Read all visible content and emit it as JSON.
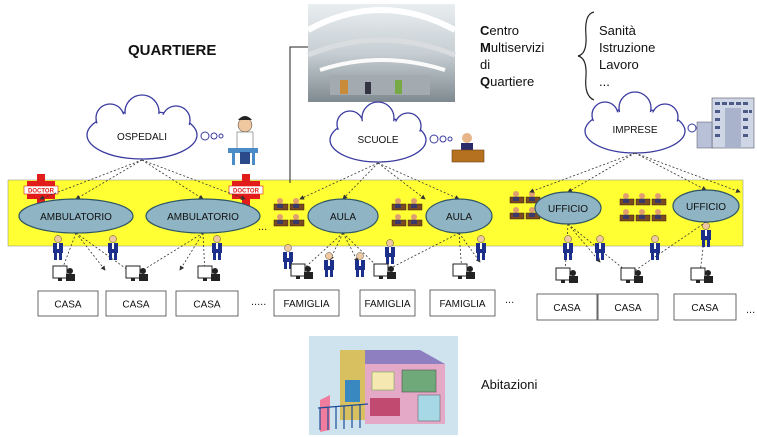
{
  "title": "QUARTIERE",
  "center": {
    "lines": [
      {
        "initial": "C",
        "rest": "entro"
      },
      {
        "initial": "M",
        "rest": "ultiservizi"
      },
      {
        "initial": "",
        "rest": "di"
      },
      {
        "initial": "Q",
        "rest": "uartiere"
      }
    ]
  },
  "services": [
    "Sanità",
    "Istruzione",
    "Lavoro",
    "..."
  ],
  "clouds": {
    "hospitals": "OSPEDALI",
    "schools": "SCUOLE",
    "companies": "IMPRESE"
  },
  "nodes": {
    "clinic_1": "AMBULATORIO",
    "clinic_2": "AMBULATORIO",
    "classroom_1": "AULA",
    "classroom_2": "AULA",
    "office_1": "UFFICIO",
    "office_2": "UFFICIO"
  },
  "doctor_sign": "DOCTOR",
  "homes": {
    "casa_1": "CASA",
    "casa_2": "CASA",
    "casa_3": "CASA",
    "famiglia_1": "FAMIGLIA",
    "famiglia_2": "FAMIGLIA",
    "famiglia_3": "FAMIGLIA",
    "casa_4": "CASA",
    "casa_5": "CASA",
    "casa_6": "CASA"
  },
  "ellipsis": {
    "band_1": "...",
    "row_1": ".....",
    "row_2": "...",
    "row_3": "..."
  },
  "housing_label": "Abitazioni",
  "colors": {
    "band": "#ffff33",
    "node_fill": "#8fb4c4",
    "node_stroke": "#2e5566",
    "cloud_stroke": "#3a3aa0",
    "doctor_red": "#e21b1b"
  }
}
